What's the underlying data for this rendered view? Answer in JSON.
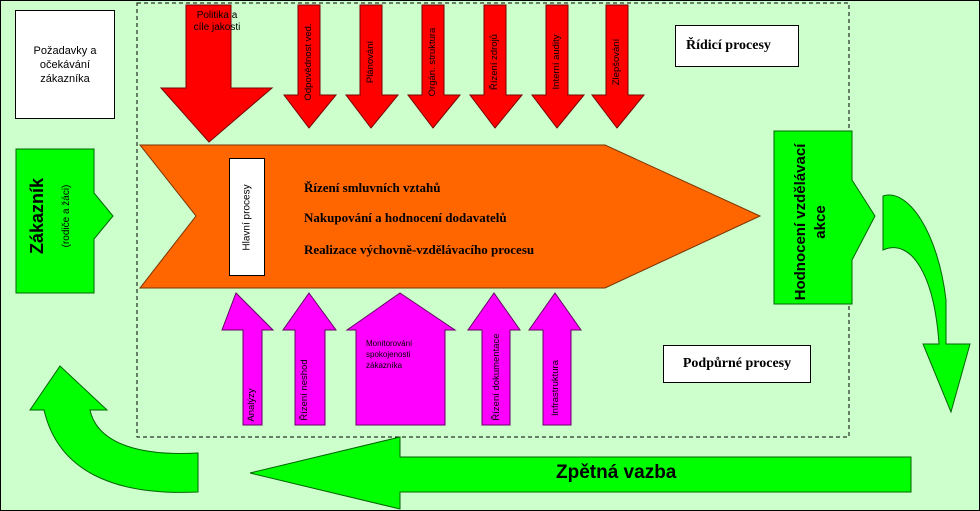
{
  "colors": {
    "background": "#ccffcc",
    "control_arrows": "#ff0000",
    "main_arrow": "#ff6600",
    "support_arrows": "#ff00ff",
    "feedback_arrows": "#00ff00"
  },
  "customer_requirements": "Požadavky a očekávání zákazníka",
  "customer": {
    "title": "Zákazník",
    "subtitle": "(rodiče a žáci)"
  },
  "control_processes": {
    "label": "Řídicí procesy",
    "arrows": [
      "Politika a cíle jakosti",
      "Odpovědnost ved.",
      "Plánování",
      "Orgán. struktura",
      "Řízení zdrojů",
      "Interní audity",
      "Zlepšování"
    ]
  },
  "main_processes": {
    "label": "Hlavní procesy",
    "items": [
      "Řízení smluvních vztahů",
      "Nakupování a hodnocení dodavatelů",
      "Realizace výchovně-vzdělávacího procesu"
    ]
  },
  "evaluation": "Hodnocení vzdělávací akce",
  "support_processes": {
    "label": "Podpůrné procesy",
    "arrows": [
      "Analýzy",
      "Řízení neshod",
      "Monitorování spokojenosti zákazníka",
      "Řízení dokumentace",
      "Infrastruktura"
    ]
  },
  "feedback": "Zpětná vazba"
}
